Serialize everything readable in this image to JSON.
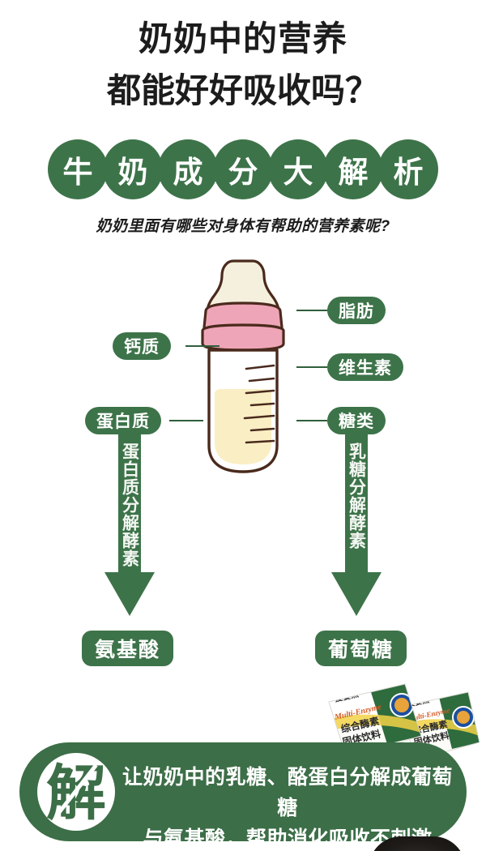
{
  "header": {
    "line1": "奶奶中的营养",
    "line2": "都能好好吸收吗？",
    "badge_chars": [
      "牛",
      "奶",
      "成",
      "分",
      "大",
      "解",
      "析"
    ],
    "badge_text": "牛奶成分大解析",
    "subtitle": "奶奶里面有哪些对身体有帮助的营养素呢?"
  },
  "diagram": {
    "bottle_name": "baby-bottle-illustration",
    "nutrient_labels": [
      {
        "id": "fat",
        "label": "脂肪",
        "side": "right"
      },
      {
        "id": "calcium",
        "label": "钙质",
        "side": "left"
      },
      {
        "id": "vitamin",
        "label": "维生素",
        "side": "right"
      },
      {
        "id": "protein",
        "label": "蛋白质",
        "side": "left"
      },
      {
        "id": "sugar",
        "label": "糖类",
        "side": "right"
      }
    ],
    "arrows": [
      {
        "id": "protease",
        "label": "蛋白质分解酵素",
        "side": "left"
      },
      {
        "id": "lactase",
        "label": "乳糖分解酵素",
        "side": "right"
      }
    ],
    "results": [
      {
        "id": "amino-acid",
        "label": "氨基酸",
        "side": "left"
      },
      {
        "id": "glucose",
        "label": "葡萄糖",
        "side": "right"
      }
    ]
  },
  "product": {
    "brand": "爱婴熊",
    "english_name": "Multi-Enzyme",
    "chinese_name": "综合酶素",
    "form": "固体饮料"
  },
  "banner": {
    "logo_char": "解",
    "line1": "让奶奶中的乳糖、酪蛋白分解成葡萄糖",
    "line2": "与氨基酸，帮助消化吸收不刺激"
  },
  "colors": {
    "brand_green": "#3d7349",
    "banner_green": "#3c6e47",
    "bottle_outline": "#4a2a1d",
    "bottle_milk": "#faefc4",
    "bottle_collar": "#efa5b8",
    "bottle_nipple": "#f5f0dd",
    "text_dark": "#1c1c1c"
  }
}
